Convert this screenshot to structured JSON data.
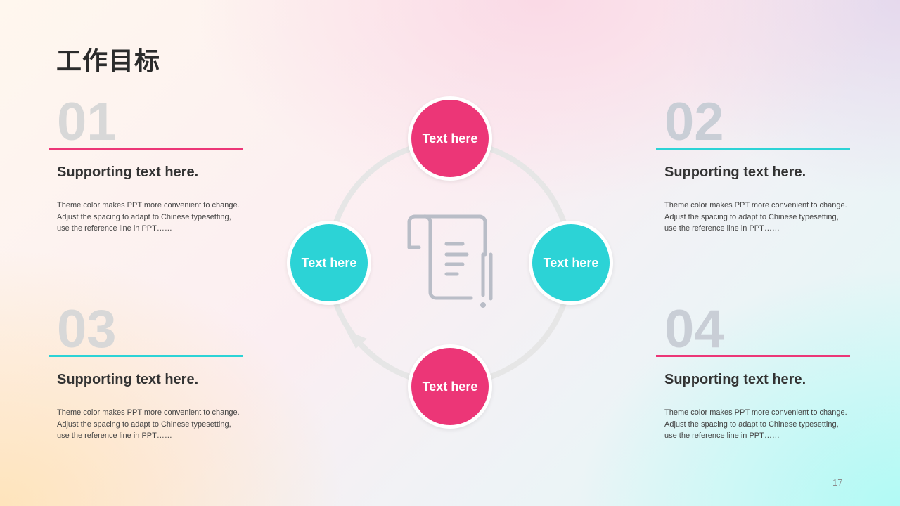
{
  "title": "工作目标",
  "colors": {
    "pink": "#ec3677",
    "cyan": "#2cd3d6",
    "ring": "#e6e6e6",
    "icon": "#b9bdc7"
  },
  "blocks": [
    {
      "number": "01",
      "heading": "Supporting text here.",
      "body_lines": [
        "Theme color makes PPT more convenient to change.",
        "Adjust the spacing to adapt to Chinese typesetting,",
        "use the reference line in PPT……"
      ]
    },
    {
      "number": "02",
      "heading": "Supporting text here.",
      "body_lines": [
        "Theme color makes PPT more convenient to change.",
        "Adjust the spacing to adapt to Chinese typesetting,",
        "use the reference line in PPT……"
      ]
    },
    {
      "number": "03",
      "heading": "Supporting text here.",
      "body_lines": [
        "Theme color makes PPT more convenient to change.",
        "Adjust the spacing to adapt to Chinese typesetting,",
        "use the reference line in PPT……"
      ]
    },
    {
      "number": "04",
      "heading": "Supporting text here.",
      "body_lines": [
        "Theme color makes PPT more convenient to change.",
        "Adjust the spacing to adapt to Chinese typesetting,",
        "use the reference line in PPT……"
      ]
    }
  ],
  "cycle": {
    "top": "Text here",
    "left": "Text here",
    "right": "Text here",
    "bottom": "Text here",
    "center_icon": "scroll-document-icon"
  },
  "page_number": "17"
}
